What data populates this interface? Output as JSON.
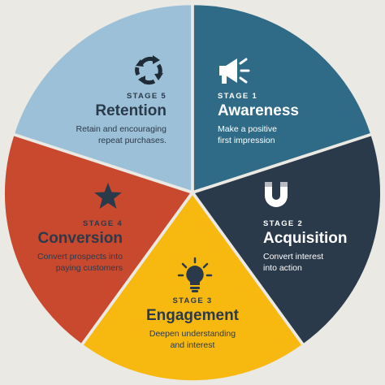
{
  "colors": {
    "background": "#ebe9e4",
    "awareness": "#2f6b86",
    "acquisition": "#2b3a4a",
    "engagement": "#f7b80f",
    "conversion": "#c9492f",
    "retention": "#9cc0d8",
    "dark_text": "#2b3a4a",
    "light_text": "#ffffff"
  },
  "stages": [
    {
      "id": "awareness",
      "stage": "STAGE 1",
      "title": "Awareness",
      "description": "Make a positive\nfirst impression",
      "icon": "megaphone-icon"
    },
    {
      "id": "acquisition",
      "stage": "STAGE 2",
      "title": "Acquisition",
      "description": "Convert interest\ninto action",
      "icon": "magnet-icon"
    },
    {
      "id": "engagement",
      "stage": "STAGE 3",
      "title": "Engagement",
      "description": "Deepen understanding\nand interest",
      "icon": "lightbulb-icon"
    },
    {
      "id": "conversion",
      "stage": "STAGE 4",
      "title": "Conversion",
      "description": "Convert prospects into\npaying customers",
      "icon": "star-icon"
    },
    {
      "id": "retention",
      "stage": "STAGE 5",
      "title": "Retention",
      "description": "Retain and encouraging\nrepeat purchases.",
      "icon": "refresh-cycle-icon"
    }
  ]
}
